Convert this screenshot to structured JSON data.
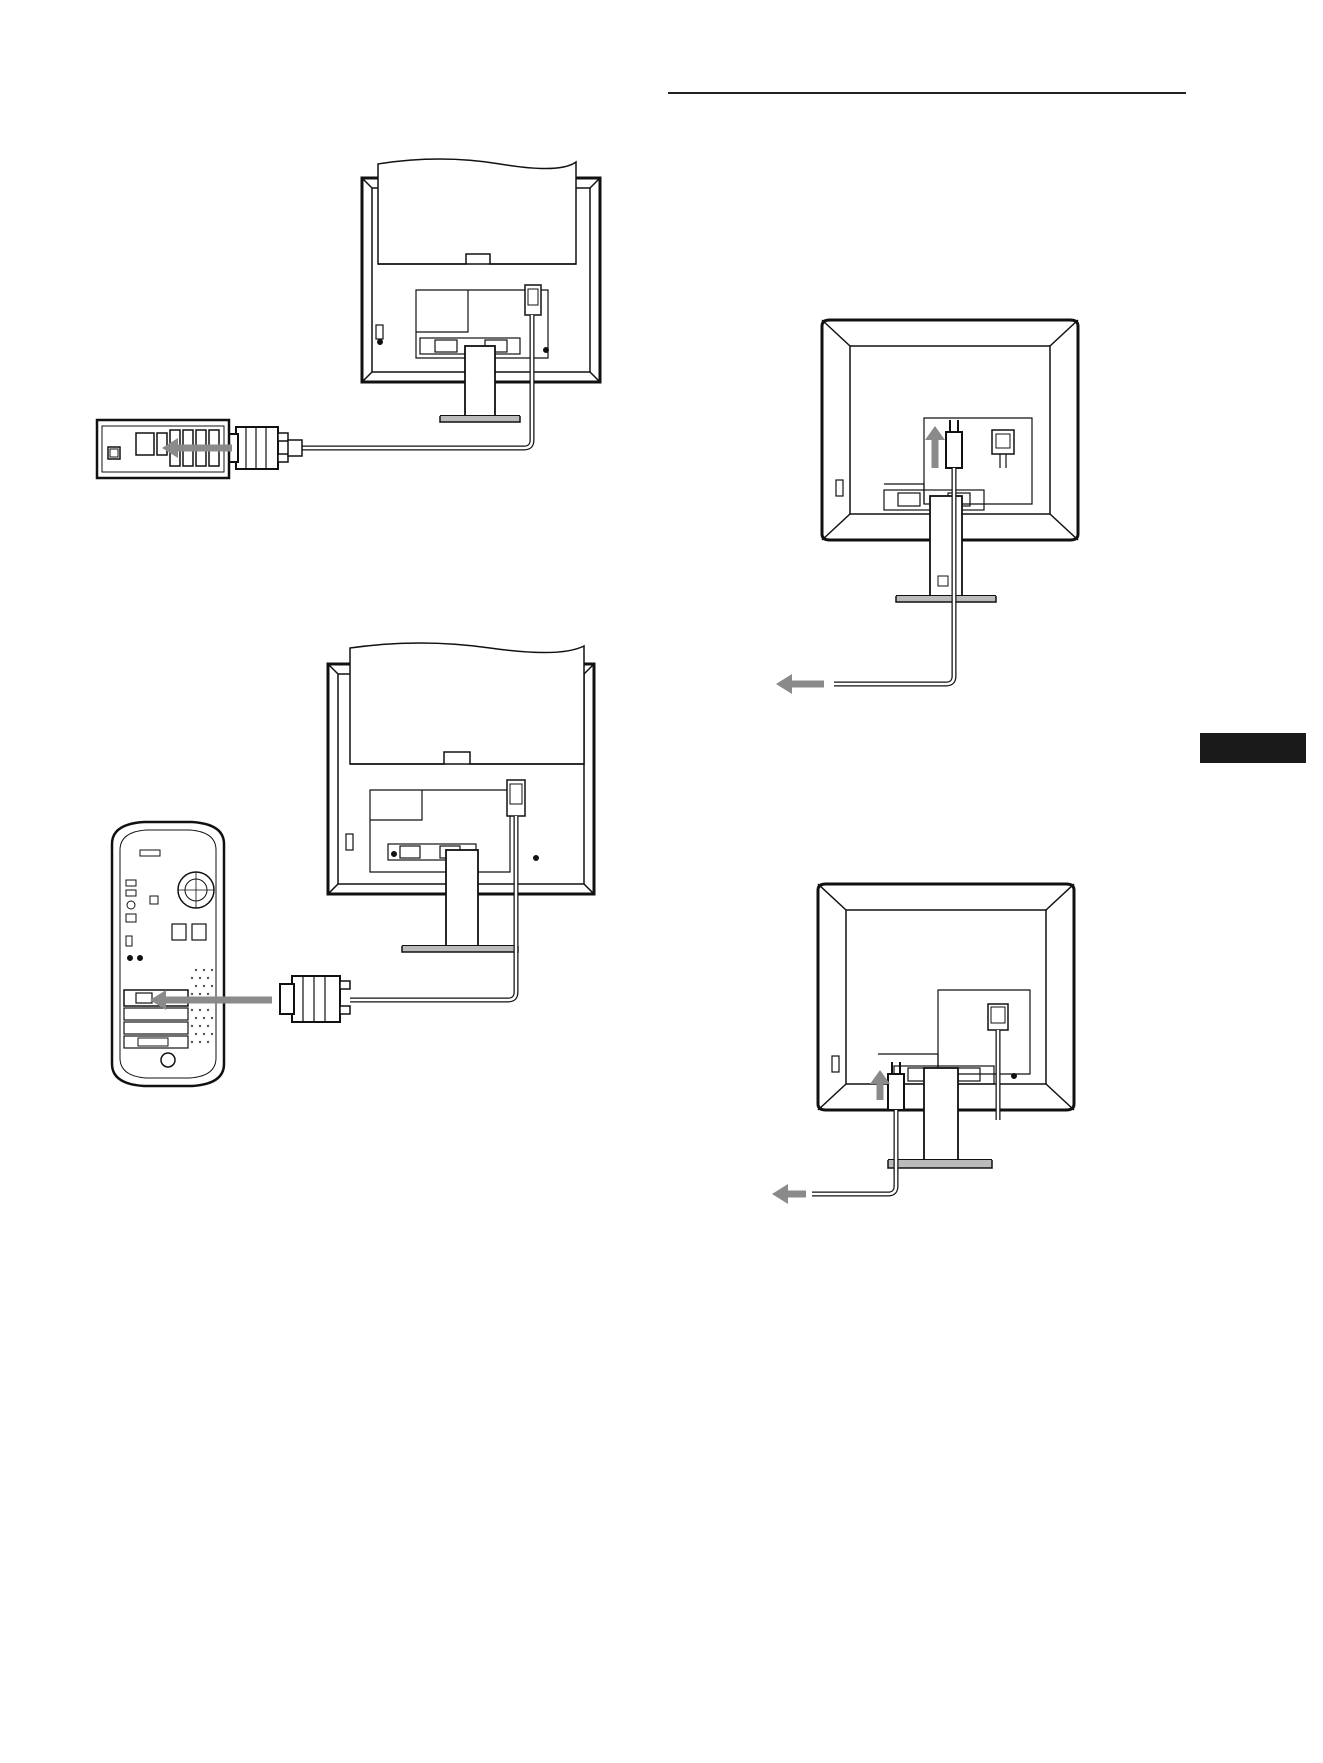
{
  "page": {
    "background": "#ffffff",
    "ink": "#111111",
    "arrow_color": "#8a8a8a",
    "tab_color": "#1a1a1a"
  },
  "figures": [
    {
      "name": "pc-vga-connection",
      "icons": [
        "monitor-rear-icon",
        "vga-cable-icon",
        "pc-tower-icon",
        "arrow-left-icon"
      ]
    },
    {
      "name": "mac-vga-connection",
      "icons": [
        "monitor-rear-icon",
        "vga-cable-icon",
        "mac-tower-icon",
        "arrow-left-icon"
      ]
    },
    {
      "name": "power-cord-connection",
      "icons": [
        "monitor-rear-icon",
        "power-plug-icon",
        "arrow-up-icon",
        "arrow-left-icon"
      ]
    },
    {
      "name": "cable-routing",
      "icons": [
        "monitor-rear-icon",
        "power-plug-icon",
        "arrow-up-icon",
        "arrow-left-icon"
      ]
    }
  ]
}
